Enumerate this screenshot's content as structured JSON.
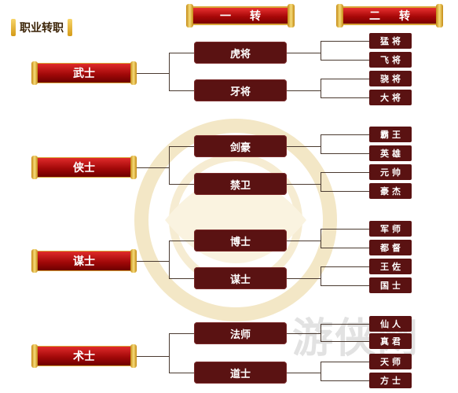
{
  "title": "职业转职",
  "headers": {
    "first": "一转",
    "second": "二转"
  },
  "watermark": "游侠网",
  "classes": [
    {
      "name": "武士",
      "transfers": [
        {
          "name": "虎将",
          "advanced": [
            "猛将",
            "飞将"
          ]
        },
        {
          "name": "牙将",
          "advanced": [
            "骁将",
            "大将"
          ]
        }
      ]
    },
    {
      "name": "侠士",
      "transfers": [
        {
          "name": "剑豪",
          "advanced": [
            "霸王",
            "英雄"
          ]
        },
        {
          "name": "禁卫",
          "advanced": [
            "元帅",
            "豪杰"
          ]
        }
      ]
    },
    {
      "name": "谋士",
      "transfers": [
        {
          "name": "博士",
          "advanced": [
            "军师",
            "都督"
          ]
        },
        {
          "name": "谋士",
          "advanced": [
            "王佐",
            "国士"
          ]
        }
      ]
    },
    {
      "name": "术士",
      "transfers": [
        {
          "name": "法师",
          "advanced": [
            "仙人",
            "真君"
          ]
        },
        {
          "name": "道士",
          "advanced": [
            "天师",
            "方士"
          ]
        }
      ]
    }
  ],
  "colors": {
    "scroll_red": "#b00d0d",
    "box_dark": "#5a1212",
    "gold": "#d8a63a",
    "line": "#4a3a30"
  }
}
